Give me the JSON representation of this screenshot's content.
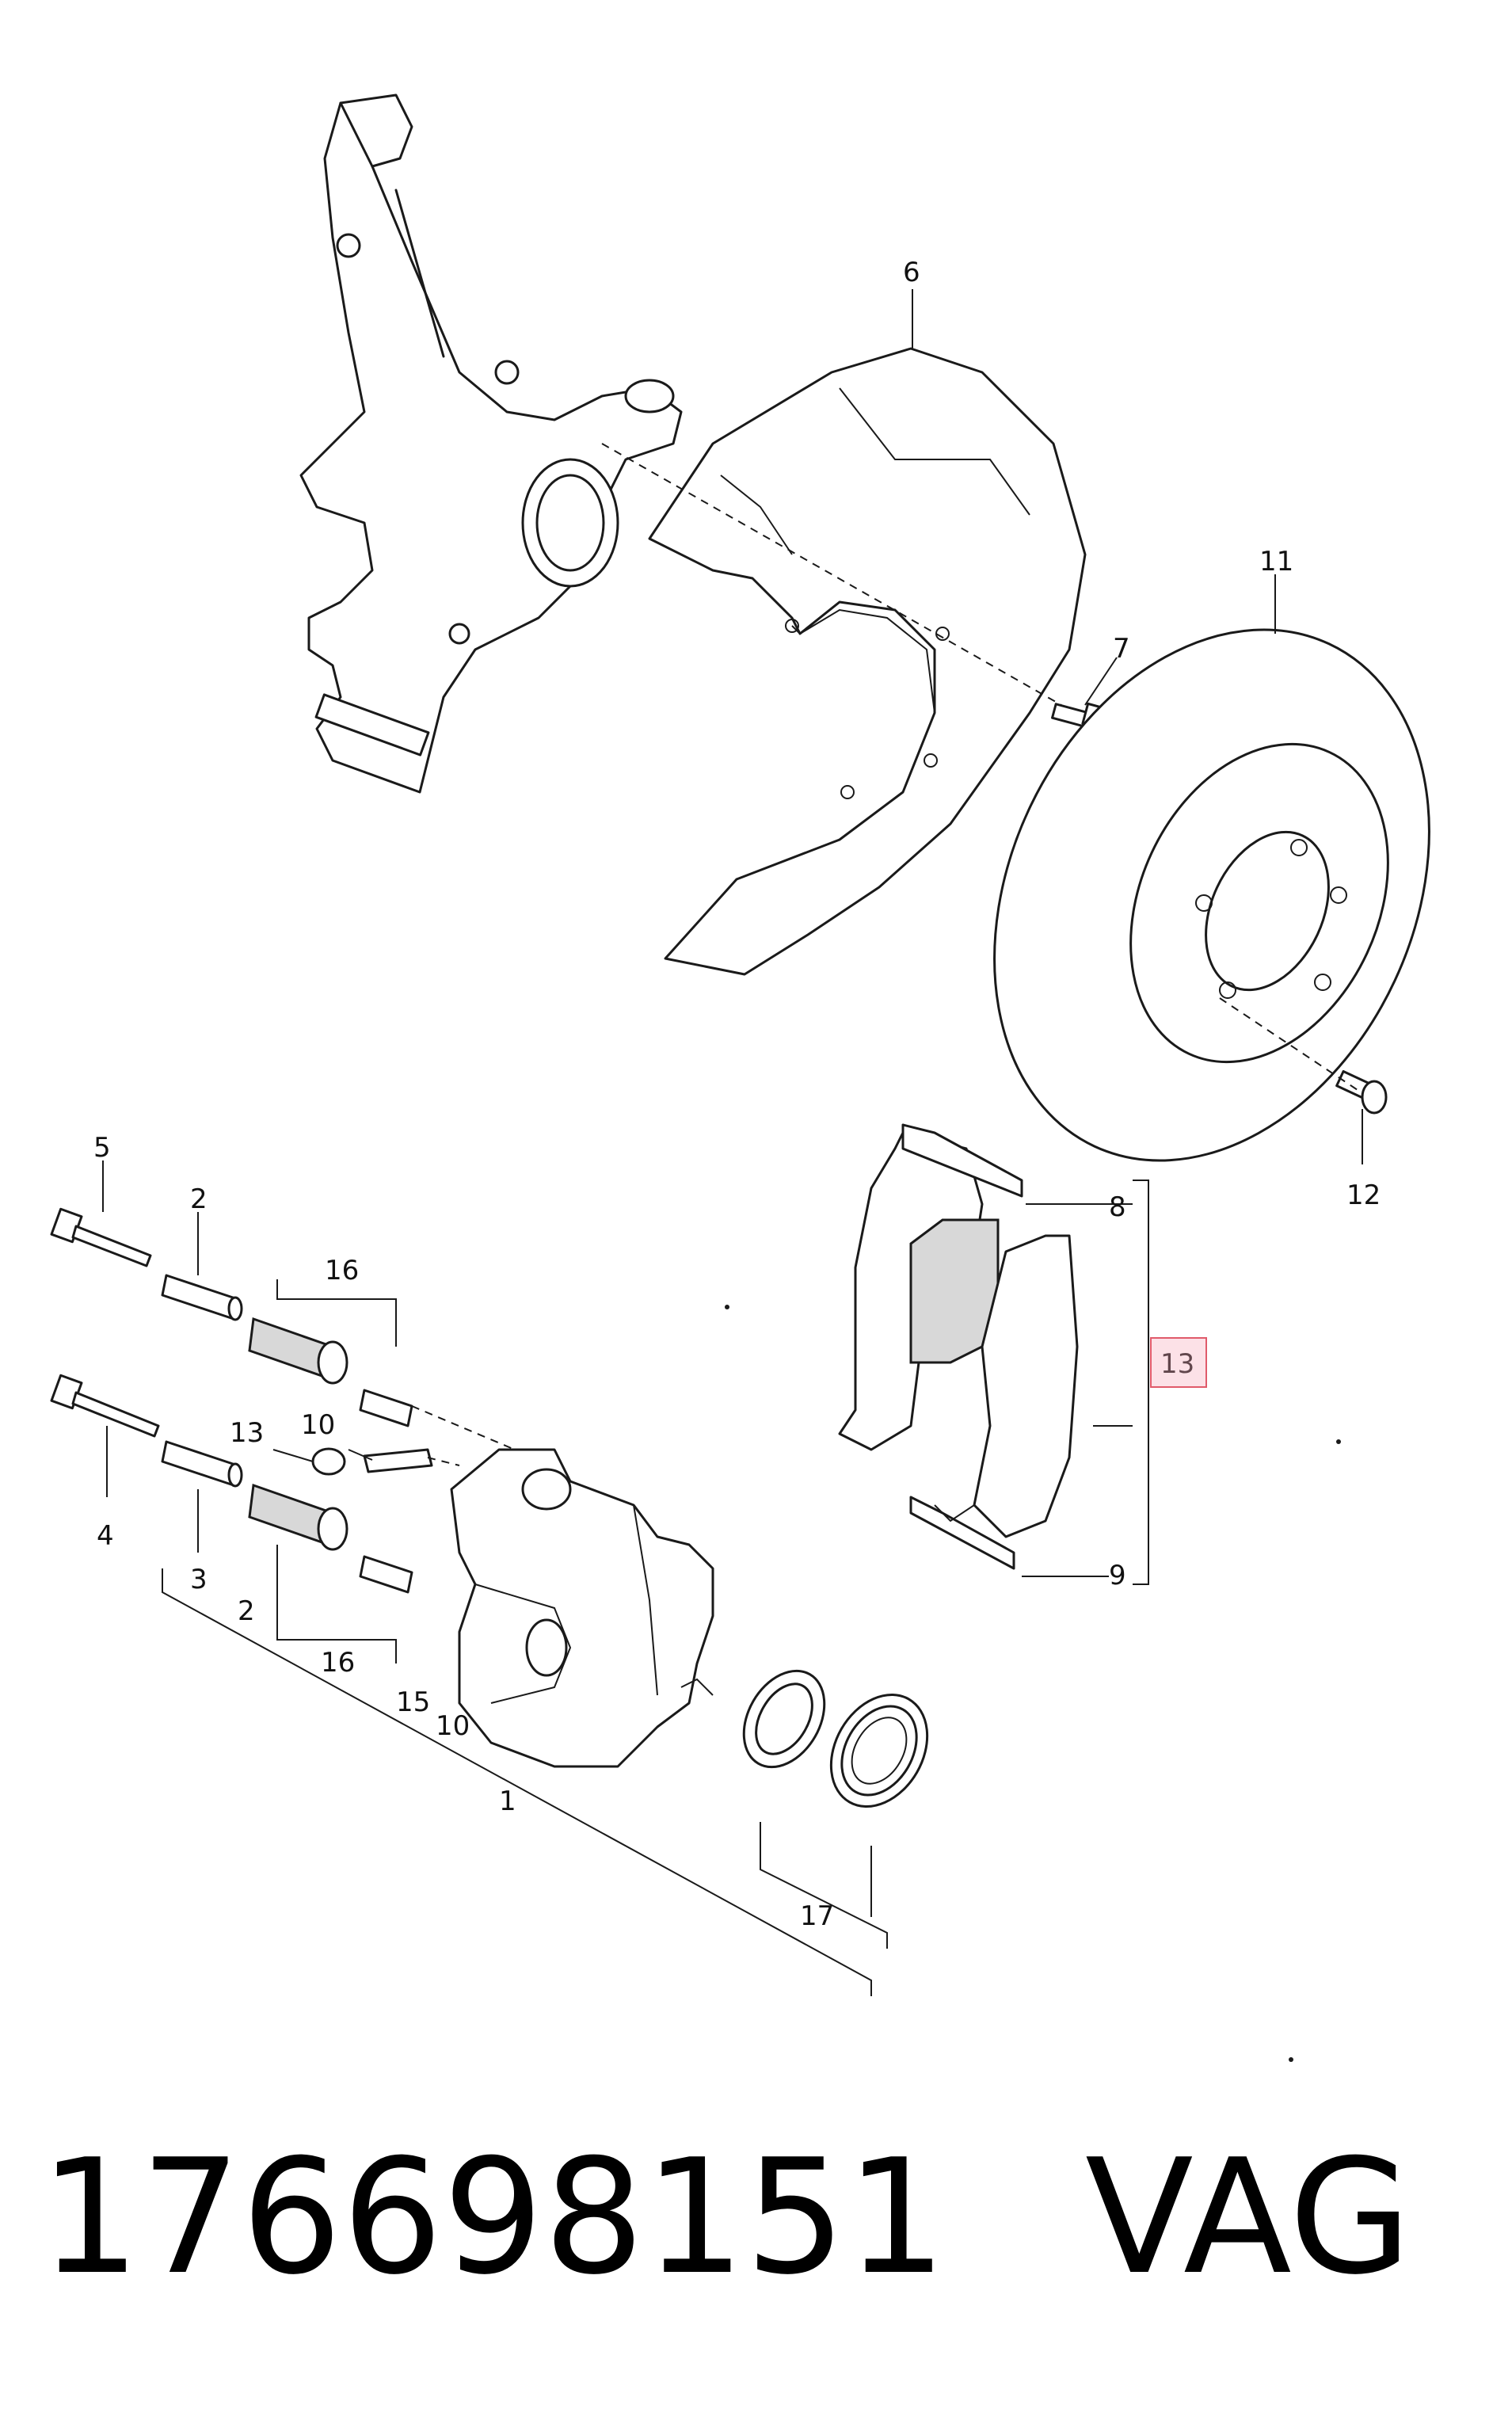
{
  "diagram": {
    "callouts": [
      {
        "id": "1",
        "label": "1"
      },
      {
        "id": "2a",
        "label": "2"
      },
      {
        "id": "2b",
        "label": "2"
      },
      {
        "id": "3",
        "label": "3"
      },
      {
        "id": "4",
        "label": "4"
      },
      {
        "id": "5",
        "label": "5"
      },
      {
        "id": "6",
        "label": "6"
      },
      {
        "id": "7",
        "label": "7"
      },
      {
        "id": "8",
        "label": "8"
      },
      {
        "id": "9",
        "label": "9"
      },
      {
        "id": "10a",
        "label": "10"
      },
      {
        "id": "10b",
        "label": "10"
      },
      {
        "id": "11",
        "label": "11"
      },
      {
        "id": "12",
        "label": "12"
      },
      {
        "id": "13a",
        "label": "13"
      },
      {
        "id": "13b",
        "label": "13"
      },
      {
        "id": "15",
        "label": "15"
      },
      {
        "id": "16a",
        "label": "16"
      },
      {
        "id": "16b",
        "label": "16"
      },
      {
        "id": "17",
        "label": "17"
      }
    ],
    "highlighted_callout": "15",
    "highlight_color": "#e05a6a"
  },
  "footer": {
    "part_number": "176698151",
    "brand": "VAG"
  }
}
